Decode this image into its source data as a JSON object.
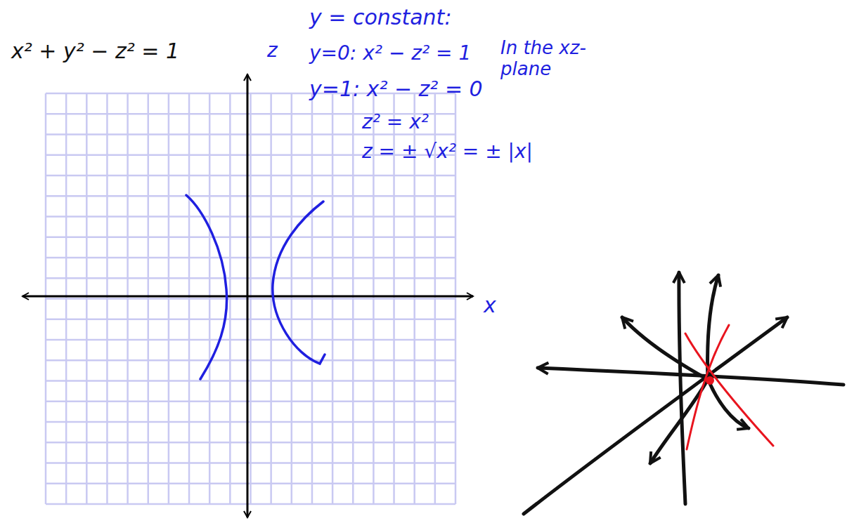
{
  "diagram": {
    "labels": [
      "x² + y² − z² = 1",
      "z",
      "x",
      "y = constant:",
      "y=0:  x² − z² = 1",
      "In the xz-plane",
      "y=1:  x² − z² = 0",
      "z² = x²",
      "z = ± √x² = ± |x|"
    ]
  }
}
